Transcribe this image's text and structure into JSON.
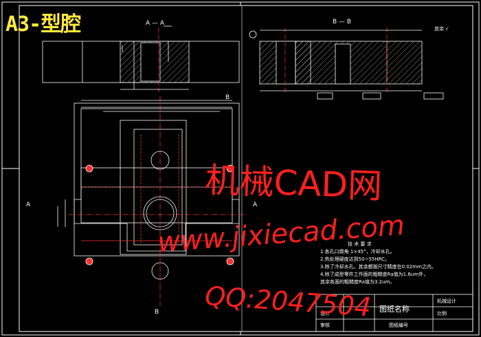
{
  "title": "A3-型腔",
  "section_labels": {
    "aa": "A — A",
    "bb": "B — B",
    "a": "A",
    "b": "B"
  },
  "roughness_note": "其余 √",
  "notes": {
    "heading": "技 术 要 求",
    "items": [
      "1.各孔口倒角 1×45°，冷却水孔。",
      "2.热处理硬度达到50~55HRC。",
      "3.除了冷却水孔，其余都按尺寸精度在0.02mm之内。",
      "4.除了成型零件工作面的粗糙度Ra值为1.6um外，",
      "其余各面的粗糙度Ra值为3.2um。"
    ]
  },
  "title_block": {
    "part_name": "图纸名称",
    "drawing_no": "图纸编号",
    "school": "机械设计",
    "ratio": "比例",
    "designer": "设计",
    "checker": "审核"
  },
  "watermark": {
    "site": "机械CAD网",
    "url": "www.jixiecad.com",
    "qq": "QQ:2047504"
  },
  "colors": {
    "line": "#ffffff",
    "centerline": "#ff3030",
    "title": "#ffeb3b",
    "watermark": "#ff2020",
    "hatch": "#bdbdbd"
  }
}
